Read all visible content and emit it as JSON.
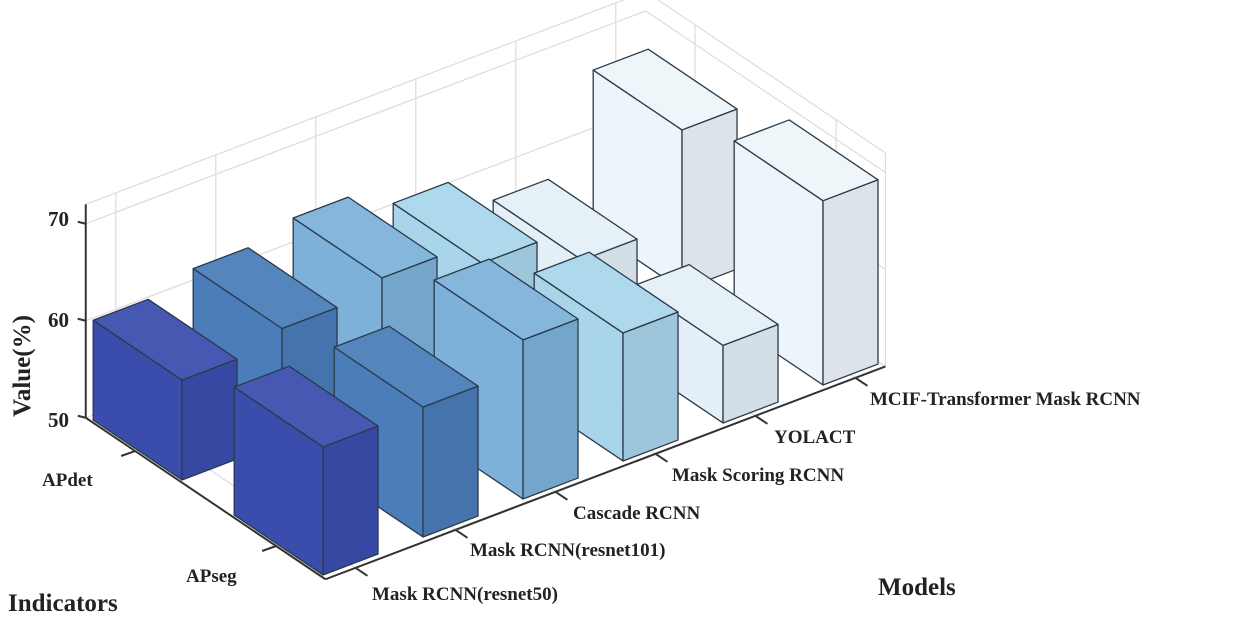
{
  "chart_data": {
    "type": "bar3d",
    "title": "",
    "xlabel": "Models",
    "ylabel": "Indicators",
    "zlabel": "Value(%)",
    "categories": [
      "Mask RCNN(resnet50)",
      "Mask RCNN(resnet101)",
      "Cascade RCNN",
      "Mask Scoring RCNN",
      "YOLACT",
      "MCIF-Transformer Mask RCNN"
    ],
    "rows": [
      "APdet",
      "APseg"
    ],
    "zlim": [
      50,
      72
    ],
    "zticks": [
      "50",
      "60",
      "70"
    ],
    "grid": true,
    "series": [
      {
        "name": "APdet",
        "values": [
          60.3,
          61.7,
          63.0,
          60.6,
          57.0,
          66.5
        ]
      },
      {
        "name": "APseg",
        "values": [
          63.2,
          63.4,
          66.4,
          63.2,
          58.0,
          69.0
        ]
      }
    ],
    "colors": [
      "#3a4dad",
      "#4a7db9",
      "#7db1da",
      "#a9d5eb",
      "#e4eff7",
      "#eef5fa"
    ]
  }
}
